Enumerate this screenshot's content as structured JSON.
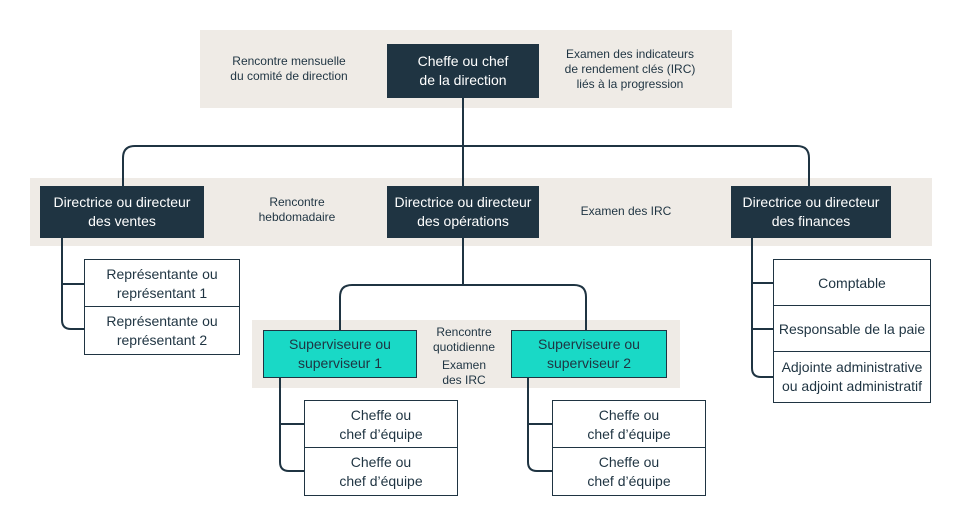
{
  "colors": {
    "dark_box": "#1f3442",
    "teal_box": "#19d9c6",
    "band": "#efebe6",
    "line": "#1f3442"
  },
  "ceo": {
    "label": "Cheffe ou chef\nde la direction",
    "left_note": "Rencontre mensuelle\ndu comité de direction",
    "right_note": "Examen des indicateurs\nde rendement clés (IRC)\nliés à la progression"
  },
  "directors": {
    "sales": "Directrice ou directeur\ndes ventes",
    "operations": "Directrice ou directeur\ndes opérations",
    "finance": "Directrice ou directeur\ndes finances",
    "left_note": "Rencontre\nhebdomadaire",
    "right_note": "Examen des IRC"
  },
  "sales_team": [
    "Représentante ou\nreprésentant 1",
    "Représentante ou\nreprésentant 2"
  ],
  "supervisors": {
    "sup1": "Superviseure ou\nsuperviseur 1",
    "sup2": "Superviseure ou\nsuperviseur 2",
    "note_top": "Rencontre\nquotidienne",
    "note_bottom": "Examen\ndes IRC"
  },
  "team_leads_1": [
    "Cheffe ou\nchef d’équipe",
    "Cheffe ou\nchef d’équipe"
  ],
  "team_leads_2": [
    "Cheffe ou\nchef d’équipe",
    "Cheffe ou\nchef d’équipe"
  ],
  "finance_team": [
    "Comptable",
    "Responsable de la paie",
    "Adjointe administrative\nou adjoint administratif"
  ]
}
